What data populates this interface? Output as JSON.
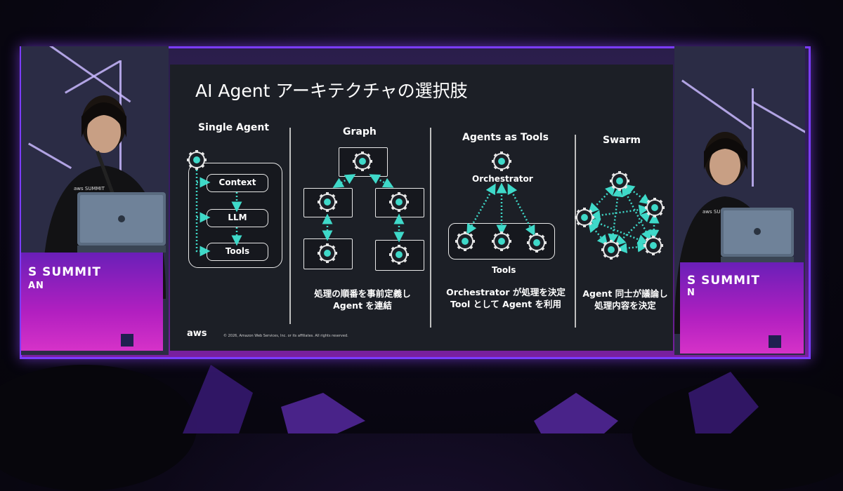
{
  "slide": {
    "title": "AI Agent アーキテクチャの選択肢",
    "columns": [
      {
        "title": "Single Agent",
        "boxes": [
          "Context",
          "LLM",
          "Tools"
        ],
        "caption": ""
      },
      {
        "title": "Graph",
        "caption_lines": [
          "処理の順番を事前定義し",
          "Agent を連結"
        ]
      },
      {
        "title": "Agents as Tools",
        "orchestrator_label": "Orchestrator",
        "tools_label": "Tools",
        "caption_lines": [
          "Orchestrator が処理を決定",
          "Tool として Agent を利用"
        ]
      },
      {
        "title": "Swarm",
        "caption_lines": [
          "Agent 同士が議論し",
          "処理内容を決定"
        ]
      }
    ],
    "footer": {
      "logo": "aws",
      "copyright": "© 2026, Amazon Web Services, Inc. or its affiliates. All rights reserved."
    }
  },
  "stage": {
    "left_banner": "S SUMMIT",
    "left_banner_sub": "AN",
    "right_banner": "S SUMMIT",
    "right_banner_sub": "N",
    "shirt_text": "aws SUMMIT"
  },
  "colors": {
    "arrow": "#3fd9c9",
    "accent_purple": "#7b3cff",
    "slide_bg": "#1c1f26"
  },
  "icons": {
    "agent": "gear-agent-icon",
    "laptop_logo": "apple-logo-icon"
  }
}
